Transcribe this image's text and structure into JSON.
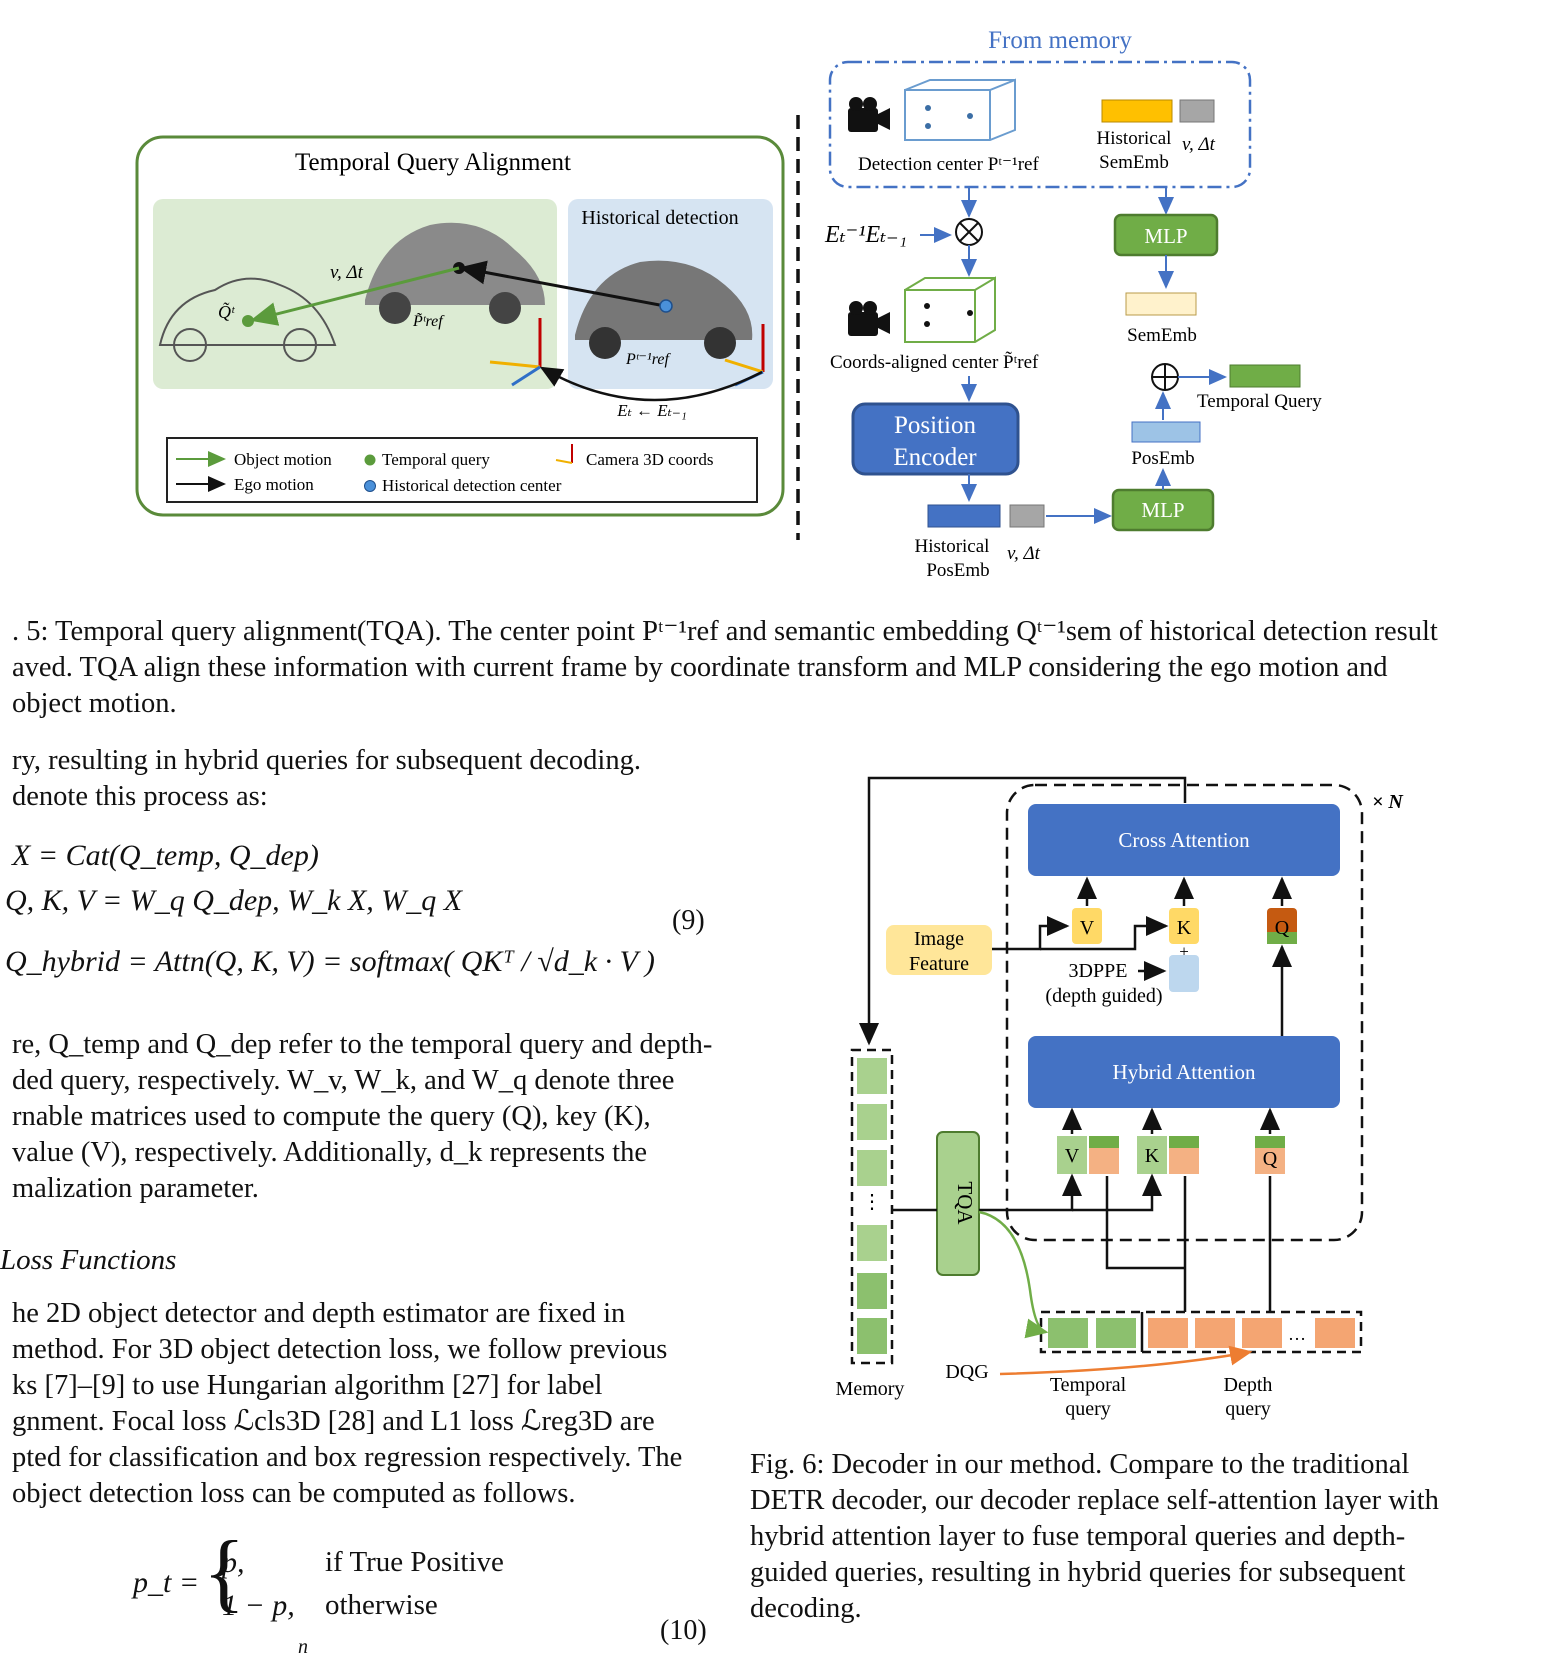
{
  "fig5": {
    "from_memory": "From memory",
    "tqa_title": "Temporal Query Alignment",
    "historical_detection": "Historical detection",
    "v_dt": "v, Δt",
    "q_t": "Q̃ᵗ",
    "p_ref_tilde": "P̃ᵗref",
    "p_ref_prev": "Pᵗ⁻¹ref",
    "et_arrow": "Eₜ ← Eₜ₋₁",
    "legend": {
      "object_motion": "Object motion",
      "ego_motion": "Ego motion",
      "temporal_query": "Temporal query",
      "historical_detection_center": "Historical detection center",
      "camera_3d_coords": "Camera 3D coords"
    },
    "detection_center": "Detection center Pᵗ⁻¹ref",
    "historical_semEmb_1": "Historical",
    "historical_semEmb_2": "SemEmb",
    "v_dt_math": "v, Δt",
    "e_transform": "Eₜ⁻¹Eₜ₋₁",
    "mlp": "MLP",
    "semEmb": "SemEmb",
    "coords_aligned": "Coords-aligned center P̃ᵗref",
    "temporal_query": "Temporal Query",
    "position_encoder_1": "Position",
    "position_encoder_2": "Encoder",
    "posEmb": "PosEmb",
    "historical_posEmb_1": "Historical",
    "historical_posEmb_2": "PosEmb",
    "caption_lines": [
      ". 5: Temporal query alignment(TQA). The center point Pᵗ⁻¹ref and semantic embedding Qᵗ⁻¹sem of historical detection result",
      "aved. TQA align these information with current frame by coordinate transform and MLP considering the ego motion and",
      "object motion."
    ]
  },
  "left_col": {
    "para1": [
      "ry, resulting in hybrid queries for subsequent decoding.",
      "denote this process as:"
    ],
    "eq9": {
      "line1": "X = Cat(Q_temp, Q_dep)",
      "line2": "Q, K, V = W_q Q_dep, W_k X, W_q X",
      "line3": "Q_hybrid = Attn(Q, K, V) = softmax( QKᵀ / √d_k · V )",
      "number": "(9)"
    },
    "para2": [
      "re, Q_temp and Q_dep refer to the temporal query and depth-",
      "ded query, respectively. W_v, W_k, and W_q denote three",
      "rnable matrices used to compute the query (Q), key (K),",
      "value (V), respectively. Additionally, d_k represents the",
      "malization parameter."
    ],
    "heading": "Loss Functions",
    "para3": [
      "he 2D object detector and depth estimator are fixed in",
      "method. For 3D object detection loss, we follow previous",
      "ks [7]–[9] to use Hungarian algorithm [27] for label",
      "gnment. Focal loss ℒcls3D [28] and L1 loss ℒreg3D are",
      "pted for classification and box regression respectively. The",
      "object detection loss can be computed as follows."
    ],
    "eq10": {
      "lhs": "p_t =",
      "case1_val": "p,",
      "case1_cond": "if True Positive",
      "case2_val": "1 − p,",
      "case2_cond": "otherwise",
      "number": "(10)",
      "trail": "n"
    }
  },
  "fig6": {
    "times_n": "× N",
    "cross_attention": "Cross Attention",
    "hybrid_attention": "Hybrid Attention",
    "image_feature_1": "Image",
    "image_feature_2": "Feature",
    "v": "V",
    "k": "K",
    "q": "Q",
    "plus": "+",
    "dppe_1": "3DPPE",
    "dppe_2": "(depth guided)",
    "tqa": "TQA",
    "memory": "Memory",
    "dqg": "DQG",
    "temporal_query_1": "Temporal",
    "temporal_query_2": "query",
    "depth_query_1": "Depth",
    "depth_query_2": "query",
    "dots": "⋮",
    "hdots": "…",
    "caption_lines": [
      "Fig. 6: Decoder in our method. Compare to the traditional",
      "DETR decoder, our decoder replace self-attention layer with",
      "hybrid attention layer to fuse temporal queries and depth-",
      "guided queries, resulting in hybrid queries for subsequent",
      "decoding."
    ]
  },
  "colors": {
    "blue_box": "#4472c4",
    "green_box": "#6aaa3f",
    "light_green": "#a9d18e",
    "orange": "#f4b183",
    "yellow": "#ffd966"
  }
}
